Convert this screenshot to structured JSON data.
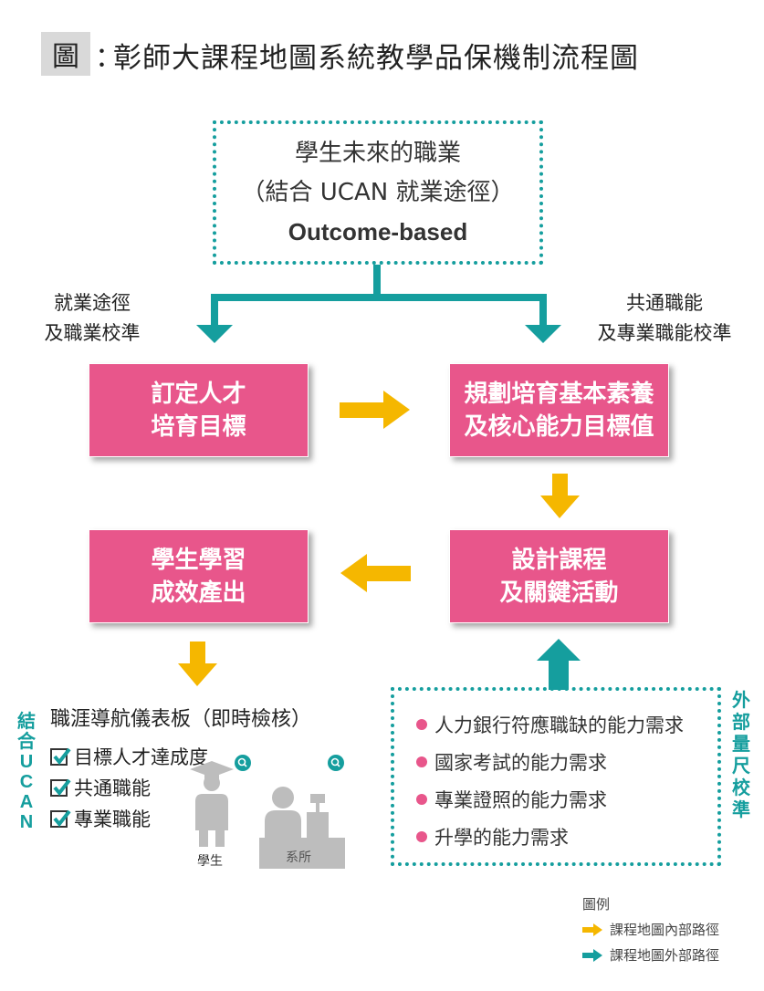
{
  "title": {
    "tag": "圖",
    "colon": "：",
    "text": "彰師大課程地圖系統教學品保機制流程圖"
  },
  "outcome_box": {
    "line1": "學生未來的職業",
    "line2": "（結合 UCAN 就業途徑）",
    "line3": "Outcome-based"
  },
  "side_labels": {
    "left": [
      "就業途徑",
      "及職業校準"
    ],
    "right": [
      "共通職能",
      "及專業職能校準"
    ]
  },
  "boxes": {
    "talent_goal": [
      "訂定人才",
      "培育目標"
    ],
    "competency_plan": [
      "規劃培育基本素養",
      "及核心能力目標值"
    ],
    "course_design": [
      "設計課程",
      "及關鍵活動"
    ],
    "learning_output": [
      "學生學習",
      "成效產出"
    ]
  },
  "dashboard": {
    "vertical_label": [
      "結",
      "合",
      "U",
      "C",
      "A",
      "N"
    ],
    "title": "職涯導航儀表板（即時檢核）",
    "items": [
      "目標人才達成度",
      "共通職能",
      "專業職能"
    ],
    "student_label": "學生",
    "department_label": "系所"
  },
  "external": {
    "vertical_label": [
      "外",
      "部",
      "量",
      "尺",
      "校",
      "準"
    ],
    "items": [
      "人力銀行符應職缺的能力需求",
      "國家考試的能力需求",
      "專業證照的能力需求",
      "升學的能力需求"
    ]
  },
  "legend": {
    "title": "圖例",
    "internal": "課程地圖內部路徑",
    "external": "課程地圖外部路徑"
  },
  "colors": {
    "teal": "#159e9e",
    "pink": "#e8568b",
    "yellow": "#f5b700",
    "check": "#159e9e"
  }
}
